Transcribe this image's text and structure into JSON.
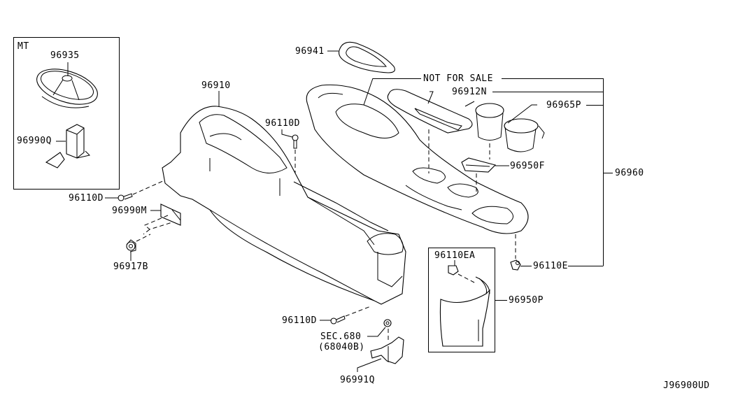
{
  "diagram": {
    "code": "J96900UD",
    "mt_box_label": "MT",
    "not_for_sale": "NOT FOR SALE",
    "parts": {
      "p96935": "96935",
      "p96990Q": "96990Q",
      "p96941": "96941",
      "p96910": "96910",
      "p96110D_top": "96110D",
      "p96110D_left": "96110D",
      "p96990M": "96990M",
      "p96917B": "96917B",
      "p96912N": "96912N",
      "p96965P": "96965P",
      "p96950F": "96950F",
      "p96960": "96960",
      "p96110E": "96110E",
      "p96110EA": "96110EA",
      "p96950P": "96950P",
      "p96110D_bottom": "96110D",
      "sec680": "SEC.680",
      "sec680_ref": "(68040B)",
      "p96991Q": "96991Q"
    }
  }
}
